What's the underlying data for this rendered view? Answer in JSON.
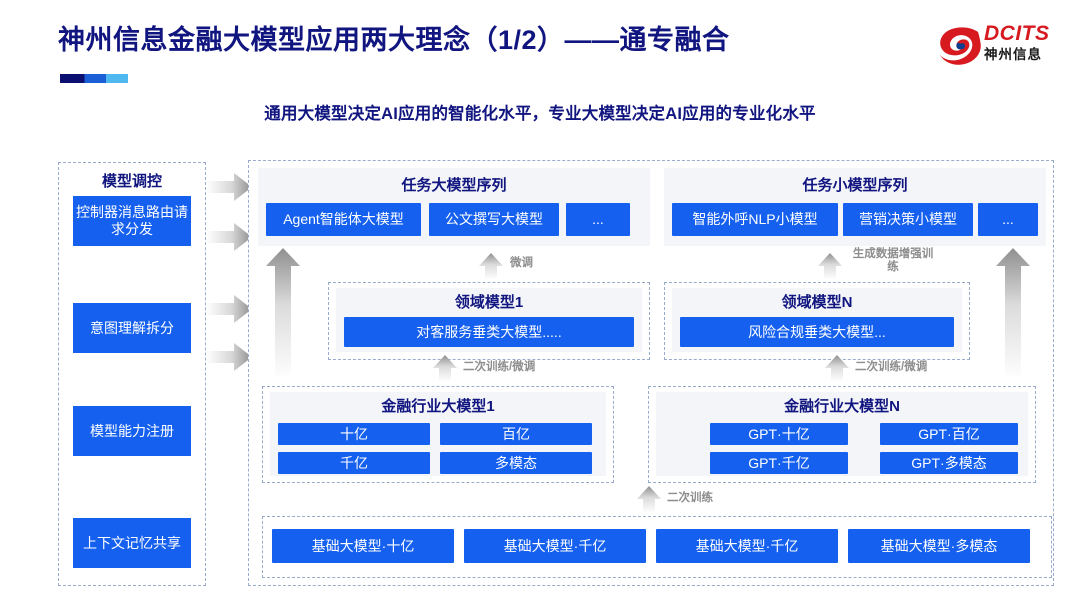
{
  "header": {
    "title": "神州信息金融大模型应用两大理念（1/2）——通专融合",
    "subtitle": "通用大模型决定AI应用的智能化水平，专业大模型决定AI应用的专业化水平",
    "accent_color": "#11157f",
    "brand_blue": "#1560ef",
    "brand_red": "#d71920"
  },
  "logo": {
    "mark_name": "dcits-swirl-icon",
    "english": "DCITS",
    "chinese": "神州信息"
  },
  "sidebar": {
    "title": "模型调控",
    "items": [
      {
        "label": "控制器消息路由请求分发"
      },
      {
        "label": "意图理解拆分"
      },
      {
        "label": "模型能力注册"
      },
      {
        "label": "上下文记忆共享"
      }
    ]
  },
  "task_large": {
    "title": "任务大模型序列",
    "items": [
      "Agent智能体大模型",
      "公文撰写大模型",
      "..."
    ]
  },
  "task_small": {
    "title": "任务小模型序列",
    "items": [
      "智能外呼NLP小模型",
      "营销决策小模型",
      "..."
    ]
  },
  "domain_left": {
    "title": "领域模型1",
    "items": [
      "对客服务垂类大模型....."
    ]
  },
  "domain_right": {
    "title": "领域模型N",
    "items": [
      "风险合规垂类大模型..."
    ]
  },
  "industry_left": {
    "title": "金融行业大模型1",
    "items": [
      "十亿",
      "百亿",
      "千亿",
      "多模态"
    ]
  },
  "industry_right": {
    "title": "金融行业大模型N",
    "items": [
      "GPT·十亿",
      "GPT·百亿",
      "GPT·千亿",
      "GPT·多模态"
    ]
  },
  "foundation": {
    "items": [
      "基础大模型·十亿",
      "基础大模型·千亿",
      "基础大模型·千亿",
      "基础大模型·多模态"
    ]
  },
  "arrow_labels": {
    "finetune": "微调",
    "data_aug": "生成数据增强训练",
    "retrain_finetune_left": "二次训练/微调",
    "retrain_finetune_right": "二次训练/微调",
    "retrain": "二次训练"
  }
}
